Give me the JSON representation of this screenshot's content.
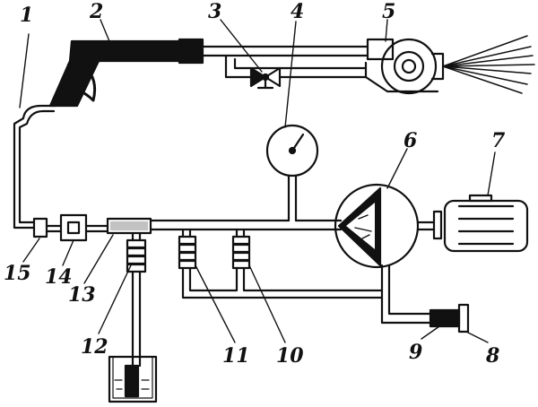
{
  "diagram": {
    "background": "#ffffff",
    "ink_color": "#111111",
    "labels": {
      "l1": "1",
      "l2": "2",
      "l3": "3",
      "l4": "4",
      "l5": "5",
      "l6": "6",
      "l7": "7",
      "l8": "8",
      "l9": "9",
      "l10": "10",
      "l11": "11",
      "l12": "12",
      "l13": "13",
      "l14": "14",
      "l15": "15"
    }
  }
}
